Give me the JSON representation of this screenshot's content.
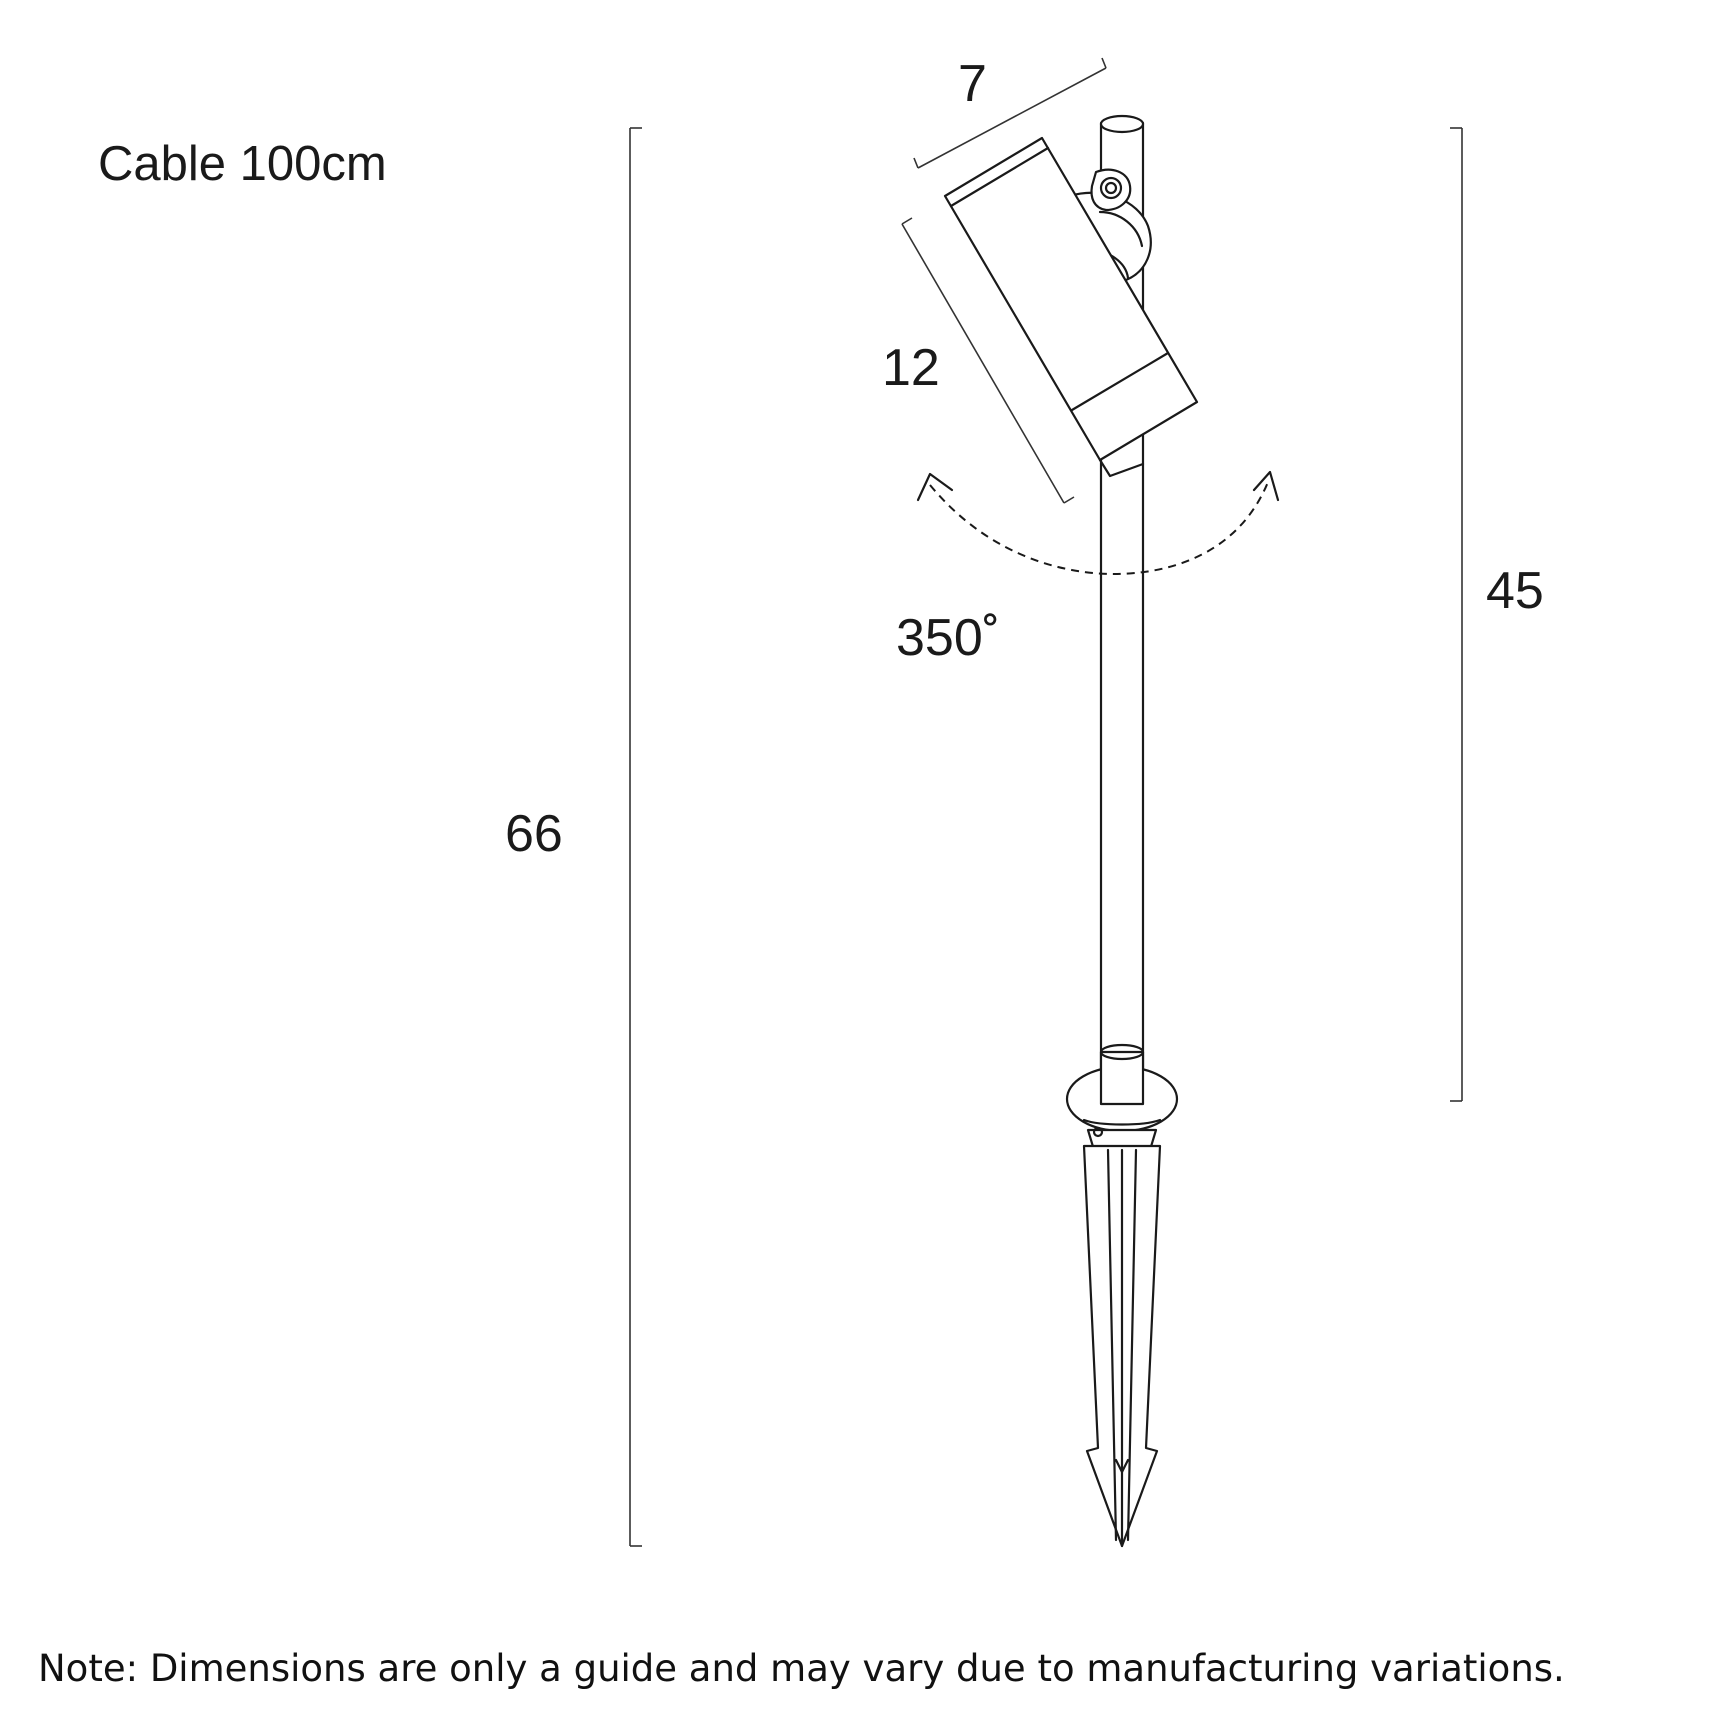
{
  "cable": "Cable 100cm",
  "dimensions": {
    "head_width": "7",
    "head_length": "12",
    "rotation": "350˚",
    "stem_height": "45",
    "total_height": "66"
  },
  "note": "Note: Dimensions are only a guide and may vary due to manufacturing variations."
}
